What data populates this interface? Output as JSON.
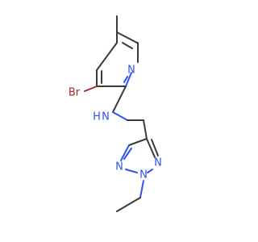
{
  "atoms": {
    "bromine": "Br",
    "pyridine_nitrogen": "N",
    "amine_nitrogen": "N",
    "amine_hydrogen": "H",
    "triazole_n3": "N",
    "triazole_n2": "N",
    "triazole_n1": "N"
  },
  "colors": {
    "carbon_bond": "#3a3a3a",
    "nitrogen": "#3050f8",
    "bromine": "#a62929",
    "background": "#ffffff"
  }
}
